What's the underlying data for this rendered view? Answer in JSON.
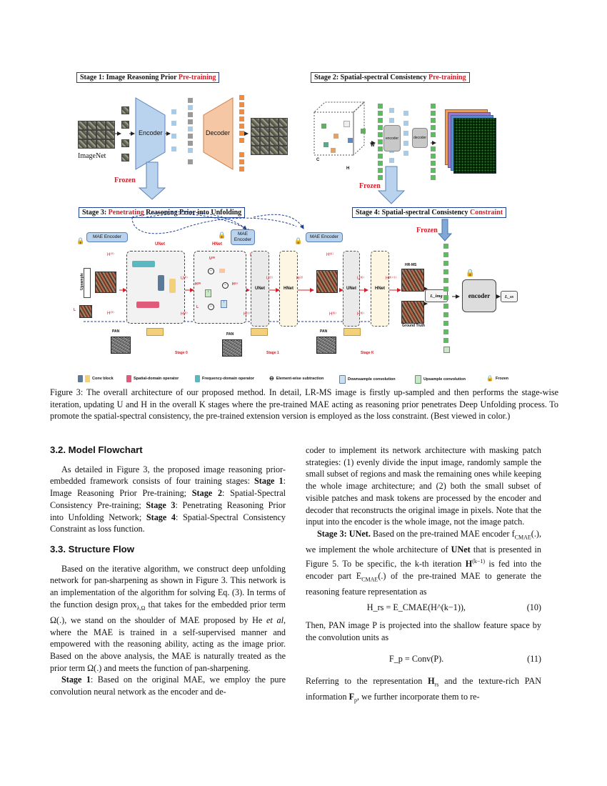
{
  "figure": {
    "stage1": {
      "prefix": "Stage 1: Image Reasoning Prior ",
      "highlight": "Pre-training"
    },
    "stage2": {
      "prefix": "Stage 2: Spatial-spectral Consistency ",
      "highlight": "Pre-training"
    },
    "stage3": {
      "prefix_a": "Stage 3: ",
      "highlight": "Penetrating",
      "suffix": " Reasoning Prior into Unfolding"
    },
    "stage4": {
      "prefix": "Stage 4: Spatial-spectral Consistency ",
      "highlight": "Constraint"
    },
    "imagenet": "ImageNet",
    "encoder": "Encoder",
    "decoder": "Decoder",
    "frozen": "Frozen",
    "encoder_small": "encoder",
    "decoder_small": "decoder",
    "w": "W",
    "c": "C",
    "h": "H",
    "mae_encoder": "MAE Encoder",
    "mae": "MAE",
    "encoder_word": "Encoder",
    "unet": "UNet",
    "hnet": "HNet",
    "upsample": "Upsample",
    "l": "L",
    "u0": "U⁽⁰⁾",
    "h0": "H⁽⁰⁾",
    "u1": "U⁽¹⁾",
    "h1": "H⁽¹⁾",
    "h2": "H⁽²⁾",
    "hk": "H⁽ᴷ⁾",
    "uk": "U⁽ᴷ⁾",
    "hk1": "H⁽ᴷ⁺¹⁾",
    "u0t": "U⁽⁰⁾",
    "h0t": "H⁽⁰⁾",
    "pan": "PAN",
    "stage0": "Stage 0",
    "stage1b": "Stage 1",
    "stagek": "Stage K",
    "hrms": "HR-MS",
    "ground_truth": "Ground Truth",
    "l_img": "L_img",
    "l_ss": "L_ss",
    "legend": {
      "conv": "Conv block",
      "spatial": "Spatial-domain operator",
      "freq": "Frequency-domain operator",
      "sub": "Element-wise subtraction",
      "down": "Downsample convolution",
      "up": "Upsample convolution",
      "frozen": "Frozen"
    },
    "colors": {
      "accent_blue": "#1f3f8f",
      "red": "#d0202a",
      "encoder_blue": "#b9d3ee",
      "decoder_orange": "#f6c7a4",
      "green": "#5fbb5f"
    }
  },
  "caption": "Figure 3: The overall architecture of our proposed method. In detail, LR-MS image is firstly up-sampled and then performs the stage-wise iteration, updating U and H in the overall K stages where the pre-trained MAE acting as reasoning prior penetrates Deep Unfolding process. To promote the spatial-spectral consistency, the pre-trained extension version is employed as the loss constraint. (Best viewed in color.)",
  "left": {
    "h32": "3.2. Model Flowchart",
    "p1_a": "As detailed in Figure 3, the proposed image reasoning prior-embedded framework consists of four training stages: ",
    "p1_s1": "Stage 1",
    "p1_b": ": Image Reasoning Prior Pre-training; ",
    "p1_s2": "Stage 2",
    "p1_c": ": Spatial-Spectral Consistency Pre-training; ",
    "p1_s3": "Stage 3",
    "p1_d": ": Penetrating Reasoning Prior into Unfolding Network; ",
    "p1_s4": "Stage 4",
    "p1_e": ": Spatial-Spectral Consistency Constraint as loss function.",
    "h33": "3.3. Structure Flow",
    "p2_a": "Based on the iterative algorithm, we construct deep unfolding network for pan-sharpening as shown in Figure 3. This network is an implementation of the algorithm for solving Eq. (3). In terms of the function design prox",
    "p2_sub": "λ,Ω",
    "p2_b": " that takes for the embedded prior term Ω(.), we stand on the shoulder of MAE proposed by He ",
    "p2_etal": "et al",
    "p2_c": ", where the MAE is trained in a self-supervised manner and empowered with the reasoning ability, acting as the image prior. Based on the above analysis, the MAE is naturally treated as the prior term Ω(.) and meets the function of pan-sharpening.",
    "p3_s": "Stage 1",
    "p3_a": ": Based on the original MAE, we employ the pure convolution neural network as the encoder and de-"
  },
  "right": {
    "p1": "coder to implement its network architecture with masking patch strategies: (1) evenly divide the input image, randomly sample the small subset of regions and mask the remaining ones while keeping the whole image architecture; and (2) both the small subset of visible patches and mask tokens are processed by the encoder and decoder that reconstructs the original image in pixels. Note that the input into the encoder is the whole image, not the image patch.",
    "p2_s": "Stage 3",
    "p2_u": ": UNet.",
    "p2_a": " Based on the pre-trained MAE encoder f",
    "p2_sub1": "CMAE",
    "p2_b": "(.), we implement the whole architecture of ",
    "p2_unet": "UNet",
    "p2_c": " that is presented in Figure 5. To be specific, the k-th iteration ",
    "p2_hk": "H",
    "p2_hk_sup": "(k−1)",
    "p2_d": " is fed into the encoder part E",
    "p2_sub2": "CMAE",
    "p2_e": "(.) of the pre-trained MAE to generate the reasoning feature representation as",
    "eq10": "H_rs = E_CMAE(H^(k−1)),",
    "eq10_num": "(10)",
    "p3": "Then, PAN image P is projected into the shallow feature space by the convolution units as",
    "eq11": "F_p = Conv(P).",
    "eq11_num": "(11)",
    "p4_a": "Referring to the representation ",
    "p4_hrs": "H",
    "p4_hrs_sub": "rs",
    "p4_b": " and the texture-rich PAN information ",
    "p4_fp": "F",
    "p4_fp_sub": "p",
    "p4_c": ", we further incorporate them to re-"
  }
}
